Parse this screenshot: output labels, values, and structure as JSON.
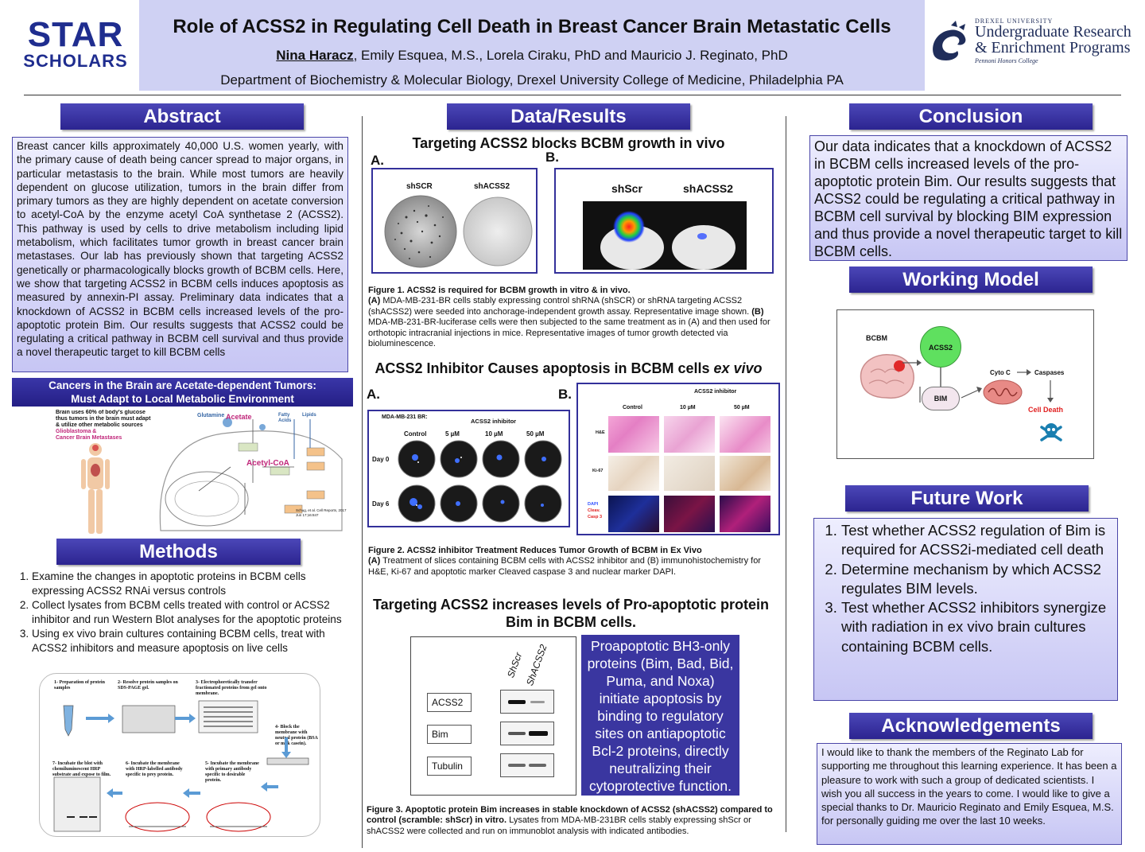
{
  "logo_left": {
    "line1": "STAR",
    "line2": "SCHOLARS"
  },
  "header": {
    "title": "Role of ACSS2 in Regulating Cell Death in Breast Cancer Brain Metastatic Cells",
    "author_first": "Nina Haracz",
    "authors_rest": ", Emily Esquea, M.S., Lorela Ciraku, PhD and  Mauricio J. Reginato, PhD",
    "department": "Department of Biochemistry & Molecular Biology, Drexel University College of Medicine, Philadelphia PA"
  },
  "logo_right": {
    "university": "DREXEL UNIVERSITY",
    "line1": "Undergraduate Research",
    "line2": "& Enrichment Programs",
    "line3": "Pennoni Honors College"
  },
  "abstract": {
    "heading": "Abstract",
    "text": "Breast cancer kills approximately 40,000 U.S. women yearly, with the primary cause of death being cancer spread to major organs, in particular metastasis to the brain. While most tumors are heavily dependent on glucose utilization, tumors in the brain differ from primary tumors as they are highly dependent on acetate conversion to acetyl-CoA by the enzyme acetyl CoA synthetase 2 (ACSS2). This pathway is used by cells to drive metabolism including lipid metabolism, which facilitates tumor growth in breast cancer brain metastases. Our lab has previously shown that targeting ACSS2 genetically or pharmacologically blocks growth of BCBM cells. Here, we show that targeting ACSS2 in BCBM cells induces apoptosis as measured by annexin-PI assay. Preliminary data indicates that a knockdown of ACSS2 in BCBM cells  increased levels of the pro-apoptotic protein Bim. Our results suggests that ACSS2 could be regulating a critical pathway in BCBM cell survival and thus provide a novel therapeutic target to kill BCBM cells"
  },
  "banner": {
    "line1": "Cancers in the Brain are Acetate-dependent Tumors:",
    "line2": "Must Adapt to Local Metabolic Environment"
  },
  "metabolism_figure": {
    "note1": "Brain uses 60% of body's glucose",
    "note2": "thus tumors in the brain must adapt",
    "note3": "& utilize other metabolic sources",
    "red1": "Glioblastoma &",
    "red2": "Cancer Brain Metastases",
    "glutamine": "Glutamine",
    "acetate": "Acetate",
    "fatty_acids": "Fatty Acids",
    "lipids": "Lipids",
    "acetyl_coa": "Acetyl-CoA",
    "citation": "Schug, et al. Cell Reports, 2017 Jun 17;16:847"
  },
  "methods": {
    "heading": "Methods",
    "items": [
      "Examine the changes in apoptotic proteins in BCBM cells expressing ACSS2 RNAi versus controls",
      "Collect lysates from BCBM cells treated with control or ACSS2 inhibitor and run Western Blot analyses for the apoptotic proteins",
      "Using ex vivo brain cultures containing BCBM cells, treat with ACSS2 inhibitors and measure apoptosis on live cells"
    ],
    "diagram": {
      "s1": "1- Preparation of protein samples",
      "s2": "2- Resolve protein samples on SDS-PAGE gel.",
      "s3": "3- Electrophoretically transfer fractionated proteins from gel onto membrane.",
      "s4": "4- Block the membrane with neutral protein (BSA or milk casein).",
      "s5": "5- Incubate the membrane with primary antibody specific to desirable protein.",
      "s6": "6- Incubate the membrane with HRP-labelled antibody specific to prey protein.",
      "s7": "7- Incubate the blot with chemiluminescent HRP substrate and expose to film."
    }
  },
  "results": {
    "heading": "Data/Results",
    "fig1_title": "Targeting ACSS2 blocks BCBM growth in vivo",
    "label_a": "A.",
    "label_b": "B.",
    "fig1a_ctrl": "shSCR",
    "fig1a_kd": "shACSS2",
    "fig1b_ctrl": "shScr",
    "fig1b_kd": "shACSS2",
    "fig1_caption_bold": "Figure 1. ACSS2 is required for BCBM growth in vitro & in vivo.",
    "fig1_caption_a": "(A)",
    "fig1_caption_text1": " MDA-MB-231-BR cells stably expressing control shRNA (shSCR) or shRNA targeting ACSS2 (shACSS2) were seeded into anchorage-independent growth assay. Representative image shown. ",
    "fig1_caption_b": "(B)",
    "fig1_caption_text2": " MDA-MB-231-BR-luciferase cells were then subjected to the same treatment as in (A) and then used for orthotopic intracranial injections in mice. Representative images of tumor growth detected via bioluminescence.",
    "fig2_title_main": "ACSS2 Inhibitor Causes apoptosis in BCBM cells ",
    "fig2_title_italic": "ex vivo",
    "fig2a_cell": "MDA-MB-231 BR:",
    "fig2a_header": "ACSS2 inhibitor",
    "fig2a_cols": [
      "Control",
      "5 µM",
      "10 µM",
      "50 µM"
    ],
    "fig2a_rows": [
      "Day 0",
      "Day 6"
    ],
    "fig2b_header": "ACSS2 inhibitor",
    "fig2b_cols": [
      "Control",
      "10 µM",
      "50 µM"
    ],
    "fig2b_rows": [
      "H&E",
      "Ki-67",
      "DAPI",
      "Cleav.",
      "Casp 3"
    ],
    "fig2_caption_bold": "Figure 2. ACSS2 inhibitor Treatment Reduces Tumor Growth of BCBM in Ex Vivo",
    "fig2_caption_a": "(A)",
    "fig2_caption_text": " Treatment of slices containing BCBM cells with ACSS2 inhibitor and (B) immunohistochemistry for H&E, Ki-67 and apoptotic marker Cleaved caspase 3 and nuclear marker DAPI.",
    "fig3_title_line1": "Targeting ACSS2 increases levels of Pro-apoptotic protein",
    "fig3_title_line2": "Bim in BCBM cells.",
    "fig3_lanes": [
      "ShScr",
      "ShACSS2"
    ],
    "fig3_bands": [
      "ACSS2",
      "Bim",
      "Tubulin"
    ],
    "fig3_callout": "Proapoptotic BH3-only proteins (Bim, Bad, Bid, Puma, and Noxa) initiate apoptosis by binding to regulatory sites on antiapoptotic Bcl-2 proteins, directly neutralizing their cytoprotective function.",
    "fig3_caption_bold": "Figure 3. Apoptotic protein Bim increases in stable knockdown of ACSS2 (shACSS2) compared to control (scramble: shScr) in vitro.",
    "fig3_caption_text": " Lysates from MDA-MB-231BR cells stably expressing shScr or shACSS2 were collected and run on immunoblot analysis with indicated antibodies."
  },
  "conclusion": {
    "heading": "Conclusion",
    "text": "Our data indicates that a knockdown of ACSS2 in BCBM cells increased levels of the pro-apoptotic protein Bim. Our results suggests that ACSS2 could be regulating a critical pathway in BCBM cell survival by blocking BIM expression and thus provide a novel therapeutic target to kill BCBM cells."
  },
  "working_model": {
    "heading": "Working Model",
    "bcbm": "BCBM",
    "acss2": "ACSS2",
    "bim": "BIM",
    "cytoc": "Cyto C",
    "caspases": "Caspases",
    "death": "Cell Death"
  },
  "future_work": {
    "heading": "Future Work",
    "items": [
      "Test whether ACSS2 regulation of Bim is required for ACSS2i-mediated cell death",
      "Determine mechanism by which ACSS2 regulates BIM levels.",
      "Test whether ACSS2 inhibitors synergize with radiation in ex vivo brain cultures containing BCBM cells."
    ]
  },
  "acknowledgements": {
    "heading": "Acknowledgements",
    "text": "I would like to thank the members of the Reginato Lab for supporting me throughout this learning experience. It has been a pleasure to work with such a group of dedicated scientists. I wish you all success in the years to come. I would like to give a special thanks to Dr. Mauricio Reginato and Emily Esquea, M.S. for personally guiding me over the last 10 weeks."
  },
  "colors": {
    "section_header": "#2c2490",
    "box_fill": "#c7c6f4",
    "header_band": "#cfd1f3",
    "star_blue": "#1f2d8f"
  }
}
